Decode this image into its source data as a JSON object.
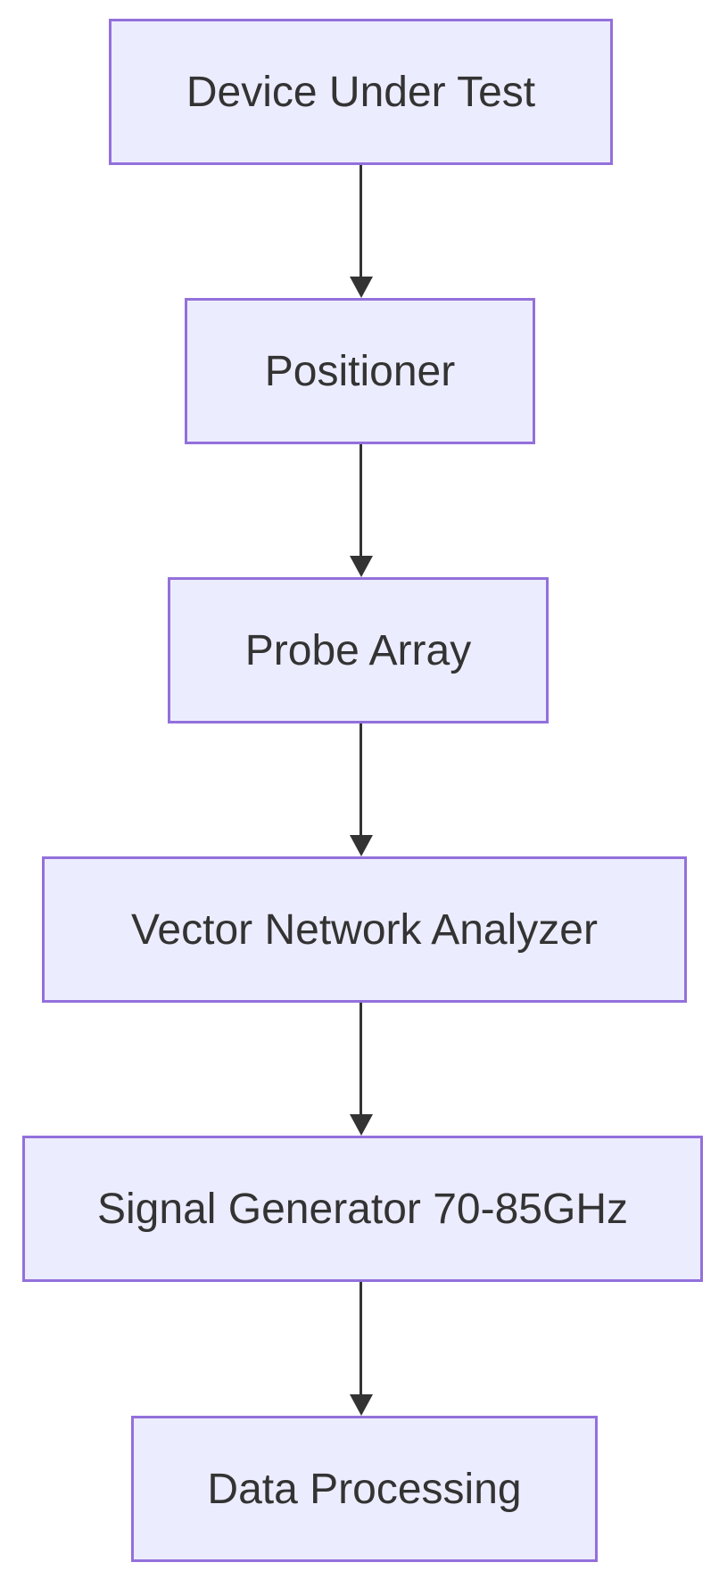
{
  "diagram": {
    "type": "flowchart",
    "direction": "top-down",
    "nodes": [
      {
        "id": "device-under-test",
        "label": "Device Under Test"
      },
      {
        "id": "positioner",
        "label": "Positioner"
      },
      {
        "id": "probe-array",
        "label": "Probe Array"
      },
      {
        "id": "vector-network-analyzer",
        "label": "Vector Network Analyzer"
      },
      {
        "id": "signal-generator",
        "label": "Signal Generator 70-85GHz"
      },
      {
        "id": "data-processing",
        "label": "Data Processing"
      }
    ],
    "edges": [
      {
        "from": "device-under-test",
        "to": "positioner"
      },
      {
        "from": "positioner",
        "to": "probe-array"
      },
      {
        "from": "probe-array",
        "to": "vector-network-analyzer"
      },
      {
        "from": "vector-network-analyzer",
        "to": "signal-generator"
      },
      {
        "from": "signal-generator",
        "to": "data-processing"
      }
    ],
    "colors": {
      "background": "#FFFFFF",
      "node_fill": "#ECECFF",
      "node_border": "#9370DB",
      "text": "#333333",
      "arrow": "#333333"
    }
  }
}
